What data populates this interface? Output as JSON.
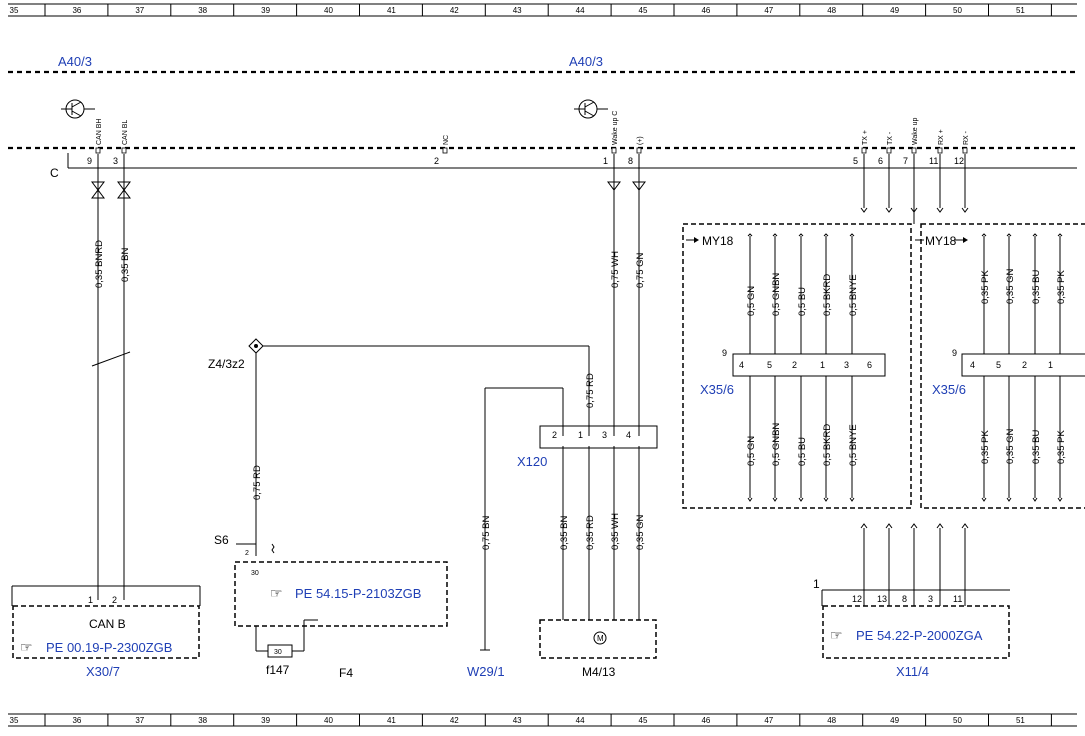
{
  "ruler": {
    "numbers": [
      "35",
      "36",
      "37",
      "38",
      "39",
      "40",
      "41",
      "42",
      "43",
      "44",
      "45",
      "46",
      "47",
      "48",
      "49",
      "50",
      "51"
    ]
  },
  "top": {
    "module_left": "A40/3",
    "module_right": "A40/3",
    "connector_letter": "C",
    "pin_signals": [
      "CAN BH",
      "CAN BL",
      "NC",
      "Wake up C",
      "(+)",
      "TX +",
      "TX -",
      "Wake up",
      "RX +",
      "RX -"
    ],
    "pin_numbers": [
      "9",
      "3",
      "2",
      "1",
      "8",
      "5",
      "6",
      "7",
      "11",
      "12"
    ]
  },
  "wires": {
    "can_bh": "0,35 BNRD",
    "can_bl": "0,35 BN",
    "wh_top": "0,75 WH",
    "gn_top": "0,75 GN",
    "rd_z4": "0,75 RD",
    "rd_f147": "0,75 RD",
    "bn_w29": "0,75 BN",
    "m4_bn": "0,35 BN",
    "m4_rd": "0,35 RD",
    "m4_wh": "0,35 WH",
    "m4_gn": "0,35 GN",
    "box1_upper": [
      "0,5 GN",
      "0,5 GNBN",
      "0,5 BU",
      "0,5 BKRD",
      "0,5 BNYE"
    ],
    "box1_lower": [
      "0,5 GN",
      "0,5 GNBN",
      "0,5 BU",
      "0,5 BKRD",
      "0,5 BNYE"
    ],
    "box2_upper": [
      "0,35 PK",
      "0,35 GN",
      "0,35 BU",
      "0,35 PK"
    ],
    "box2_lower": [
      "0,35 PK",
      "0,35 GN",
      "0,35 BU",
      "0,35 PK"
    ]
  },
  "components": {
    "z4": "Z4/3z2",
    "s6": "S6",
    "x120": "X120",
    "x120_pins": [
      "2",
      "1",
      "3",
      "4"
    ],
    "canb": "CAN B",
    "canb_pins": [
      "1",
      "2"
    ],
    "canb_ref": "PE 00.19-P-2300ZGB",
    "x30": "X30/7",
    "f4_ref": "PE 54.15-P-2103ZGB",
    "f4_pin_top": "2",
    "f4_30a": "30",
    "f4_30b": "30",
    "f147": "f147",
    "f4": "F4",
    "w29": "W29/1",
    "m4": "M4/13",
    "m_symbol": "M",
    "my18_a": "MY18",
    "my18_b": "MY18",
    "x35_a": "X35/6",
    "x35_b": "X35/6",
    "x35_pin_a": "9",
    "x35_pin_b": "9",
    "x35_a_pins": [
      "4",
      "5",
      "2",
      "1",
      "3",
      "6"
    ],
    "x35_b_pins": [
      "4",
      "5",
      "2",
      "1"
    ],
    "x11_ref": "PE 54.22-P-2000ZGA",
    "x11": "X11/4",
    "x11_marker": "1",
    "x11_pins": [
      "12",
      "13",
      "8",
      "3",
      "11"
    ]
  },
  "colors": {
    "link": "#1f3fb5",
    "line": "#000000"
  }
}
